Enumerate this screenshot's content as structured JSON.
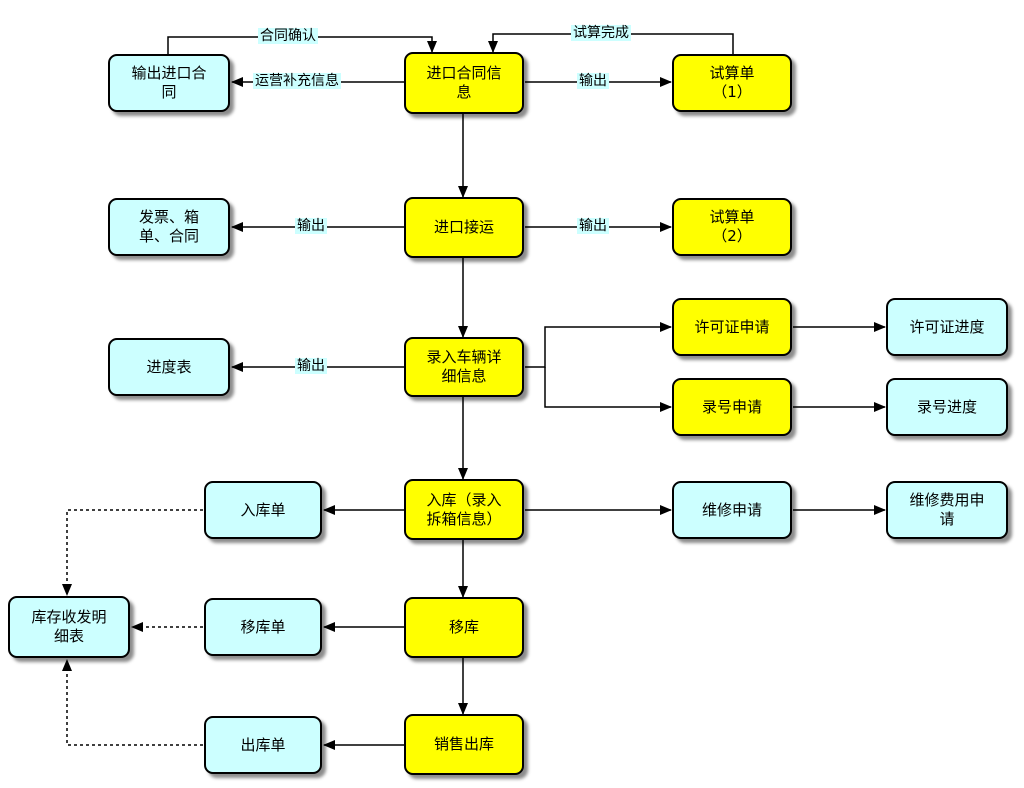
{
  "nodes": {
    "output_contract": "输出进口合\n同",
    "import_contract_info": "进口合同信\n息",
    "trial_calc_1": "试算单\n（1）",
    "invoice_docs": "发票、箱\n单、合同",
    "import_transport": "进口接运",
    "trial_calc_2": "试算单\n（2）",
    "permit_apply": "许可证申请",
    "permit_progress": "许可证进度",
    "progress_table": "进度表",
    "vehicle_detail": "录入车辆详\n细信息",
    "plate_apply": "录号申请",
    "plate_progress": "录号进度",
    "inbound_order": "入库单",
    "warehouse_in": "入库（录入\n拆箱信息）",
    "repair_apply": "维修申请",
    "repair_cost_apply": "维修费用申\n请",
    "stock_ledger": "库存收发明\n细表",
    "transfer_order": "移库单",
    "transfer": "移库",
    "outbound_order": "出库单",
    "sales_out": "销售出库"
  },
  "edge_labels": {
    "contract_confirm": "合同确认",
    "trial_complete": "试算完成",
    "ops_supplement": "运营补充信息",
    "output_1": "输出",
    "output_2": "输出",
    "output_3": "输出",
    "output_4": "输出"
  },
  "colors": {
    "process": "#ffff00",
    "document": "#ccffff",
    "stroke": "#000000"
  }
}
